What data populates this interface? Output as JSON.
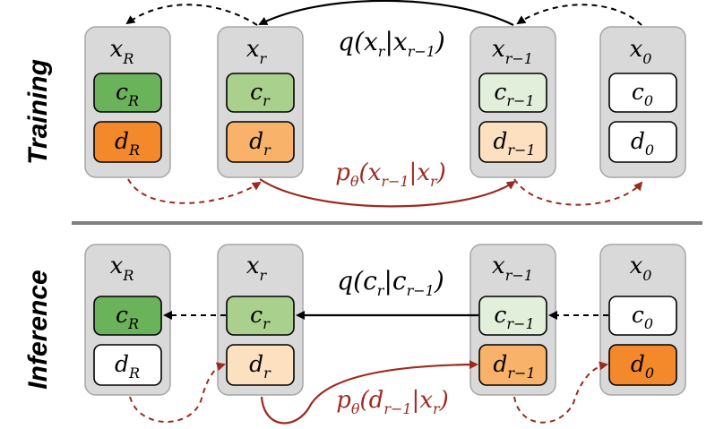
{
  "sections": {
    "training": "Training",
    "inference": "Inference"
  },
  "colors": {
    "panel": "#d9d9d9",
    "green_dark": "#6bb35a",
    "green_mid": "#aad08e",
    "green_light": "#e2efda",
    "orange_dark": "#f4892b",
    "orange_mid": "#f8b26a",
    "orange_light": "#fde0c0",
    "white": "#ffffff",
    "red_arrow": "#9c2a1e"
  },
  "columns": [
    {
      "x_base": "x",
      "x_sub": "R",
      "c_base": "c",
      "c_sub": "R",
      "d_base": "d",
      "d_sub": "R"
    },
    {
      "x_base": "x",
      "x_sub": "r",
      "c_base": "c",
      "c_sub": "r",
      "d_base": "d",
      "d_sub": "r"
    },
    {
      "x_base": "x",
      "x_sub": "r−1",
      "c_base": "c",
      "c_sub": "r−1",
      "d_base": "d",
      "d_sub": "r−1"
    },
    {
      "x_base": "x",
      "x_sub": "0",
      "c_base": "c",
      "c_sub": "0",
      "d_base": "d",
      "d_sub": "0"
    }
  ],
  "training": {
    "forward_label": "q(x_r|x_{r−1})",
    "reverse_label": "p_θ(x_{r−1}|x_r)",
    "forward": {
      "q": "q",
      "open": "(",
      "a": "x",
      "a_sub": "r",
      "bar": "|",
      "b": "x",
      "b_sub": "r−1",
      "close": ")"
    },
    "reverse": {
      "p": "p",
      "p_sub": "θ",
      "open": "(",
      "a": "x",
      "a_sub": "r−1",
      "bar": "|",
      "b": "x",
      "b_sub": "r",
      "close": ")"
    }
  },
  "inference": {
    "forward_label": "q(c_r|c_{r−1})",
    "reverse_label": "p_θ(d_{r−1}|x_r)",
    "forward": {
      "q": "q",
      "open": "(",
      "a": "c",
      "a_sub": "r",
      "bar": "|",
      "b": "c",
      "b_sub": "r−1",
      "close": ")"
    },
    "reverse": {
      "p": "p",
      "p_sub": "θ",
      "open": "(",
      "a": "d",
      "a_sub": "r−1",
      "bar": "|",
      "b": "x",
      "b_sub": "r",
      "close": ")"
    }
  }
}
